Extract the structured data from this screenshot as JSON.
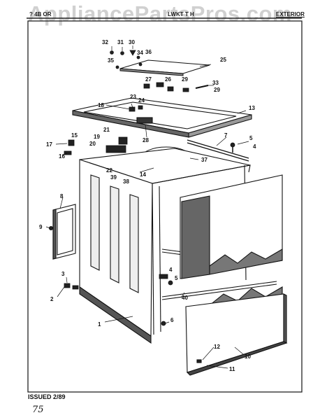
{
  "header": {
    "left_code": "? 4B OR",
    "center_title": "LWKT T H",
    "right_title": "EXTERIOR"
  },
  "watermark": "AppliancePartsPros.com",
  "footer": {
    "issued": "ISSUED 2/89",
    "handwritten": "75"
  },
  "callouts": [
    "32",
    "31",
    "30",
    "34",
    "36",
    "35",
    "25",
    "27",
    "26",
    "29",
    "33",
    "29",
    "23",
    "24",
    "18",
    "13",
    "28",
    "21",
    "15",
    "19",
    "17",
    "20",
    "16",
    "7",
    "5",
    "4",
    "22",
    "39",
    "38",
    "14",
    "37",
    "8",
    "9",
    "4",
    "5",
    "3",
    "2",
    "40",
    "1",
    "6",
    "12",
    "10",
    "11"
  ]
}
